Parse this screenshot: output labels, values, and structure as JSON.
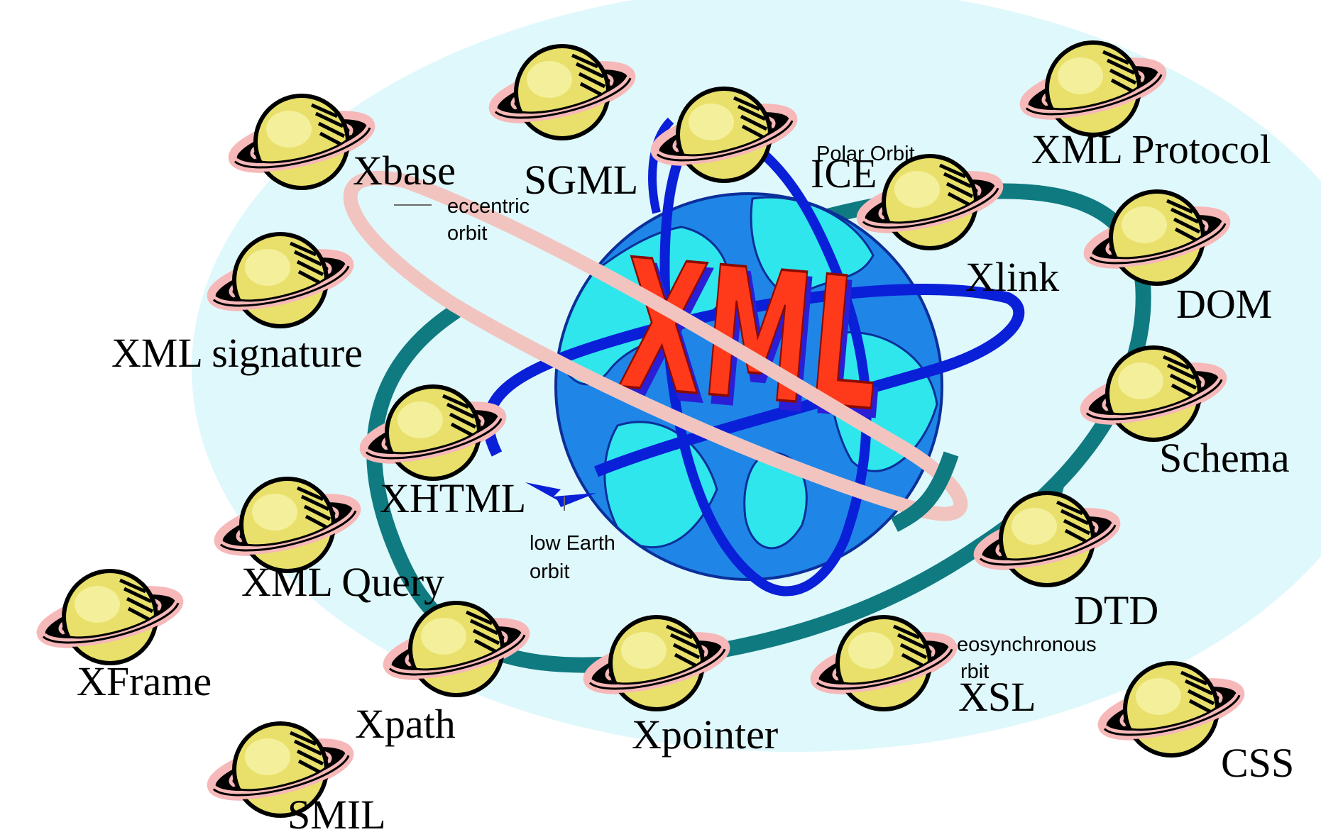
{
  "center": {
    "label": "XML"
  },
  "orbits": [
    {
      "id": "eccentric",
      "label": "eccentric orbit",
      "lines": [
        "eccentric",
        "orbit"
      ],
      "color": "#f2c4c0"
    },
    {
      "id": "polar",
      "label": "Polar Orbit",
      "lines": [
        "Polar Orbit"
      ],
      "color": "#0a1fd8"
    },
    {
      "id": "low-earth",
      "label": "low Earth orbit",
      "lines": [
        "low Earth",
        "orbit"
      ],
      "color": "#0a1fd8"
    },
    {
      "id": "geosynchronous",
      "label": "eosynchronous rbit",
      "lines": [
        "eosynchronous",
        "rbit"
      ],
      "color": "#0f7a80"
    }
  ],
  "planets": [
    {
      "id": "xbase",
      "label": "Xbase"
    },
    {
      "id": "sgml",
      "label": "SGML"
    },
    {
      "id": "ice",
      "label": "ICE"
    },
    {
      "id": "xml-protocol",
      "label": "XML Protocol"
    },
    {
      "id": "xlink",
      "label": "Xlink"
    },
    {
      "id": "dom",
      "label": "DOM"
    },
    {
      "id": "xml-signature",
      "label": "XML signature"
    },
    {
      "id": "schema",
      "label": "Schema"
    },
    {
      "id": "xhtml",
      "label": "XHTML"
    },
    {
      "id": "xml-query",
      "label": "XML Query"
    },
    {
      "id": "dtd",
      "label": "DTD"
    },
    {
      "id": "xframe",
      "label": "XFrame"
    },
    {
      "id": "xsl",
      "label": "XSL"
    },
    {
      "id": "xpath",
      "label": "Xpath"
    },
    {
      "id": "xpointer",
      "label": "Xpointer"
    },
    {
      "id": "css",
      "label": "CSS"
    },
    {
      "id": "smil",
      "label": "SMIL"
    }
  ],
  "colors": {
    "space": "#dff8fb",
    "ocean": "#1f86e8",
    "land": "#2fe6ec",
    "xml_fill": "#ff3a1a",
    "xml_shadow": "#2a1fd6",
    "planet": "#e8e06a",
    "planet_shade": "#f4ef9a",
    "ring": "#f6b8b8"
  }
}
